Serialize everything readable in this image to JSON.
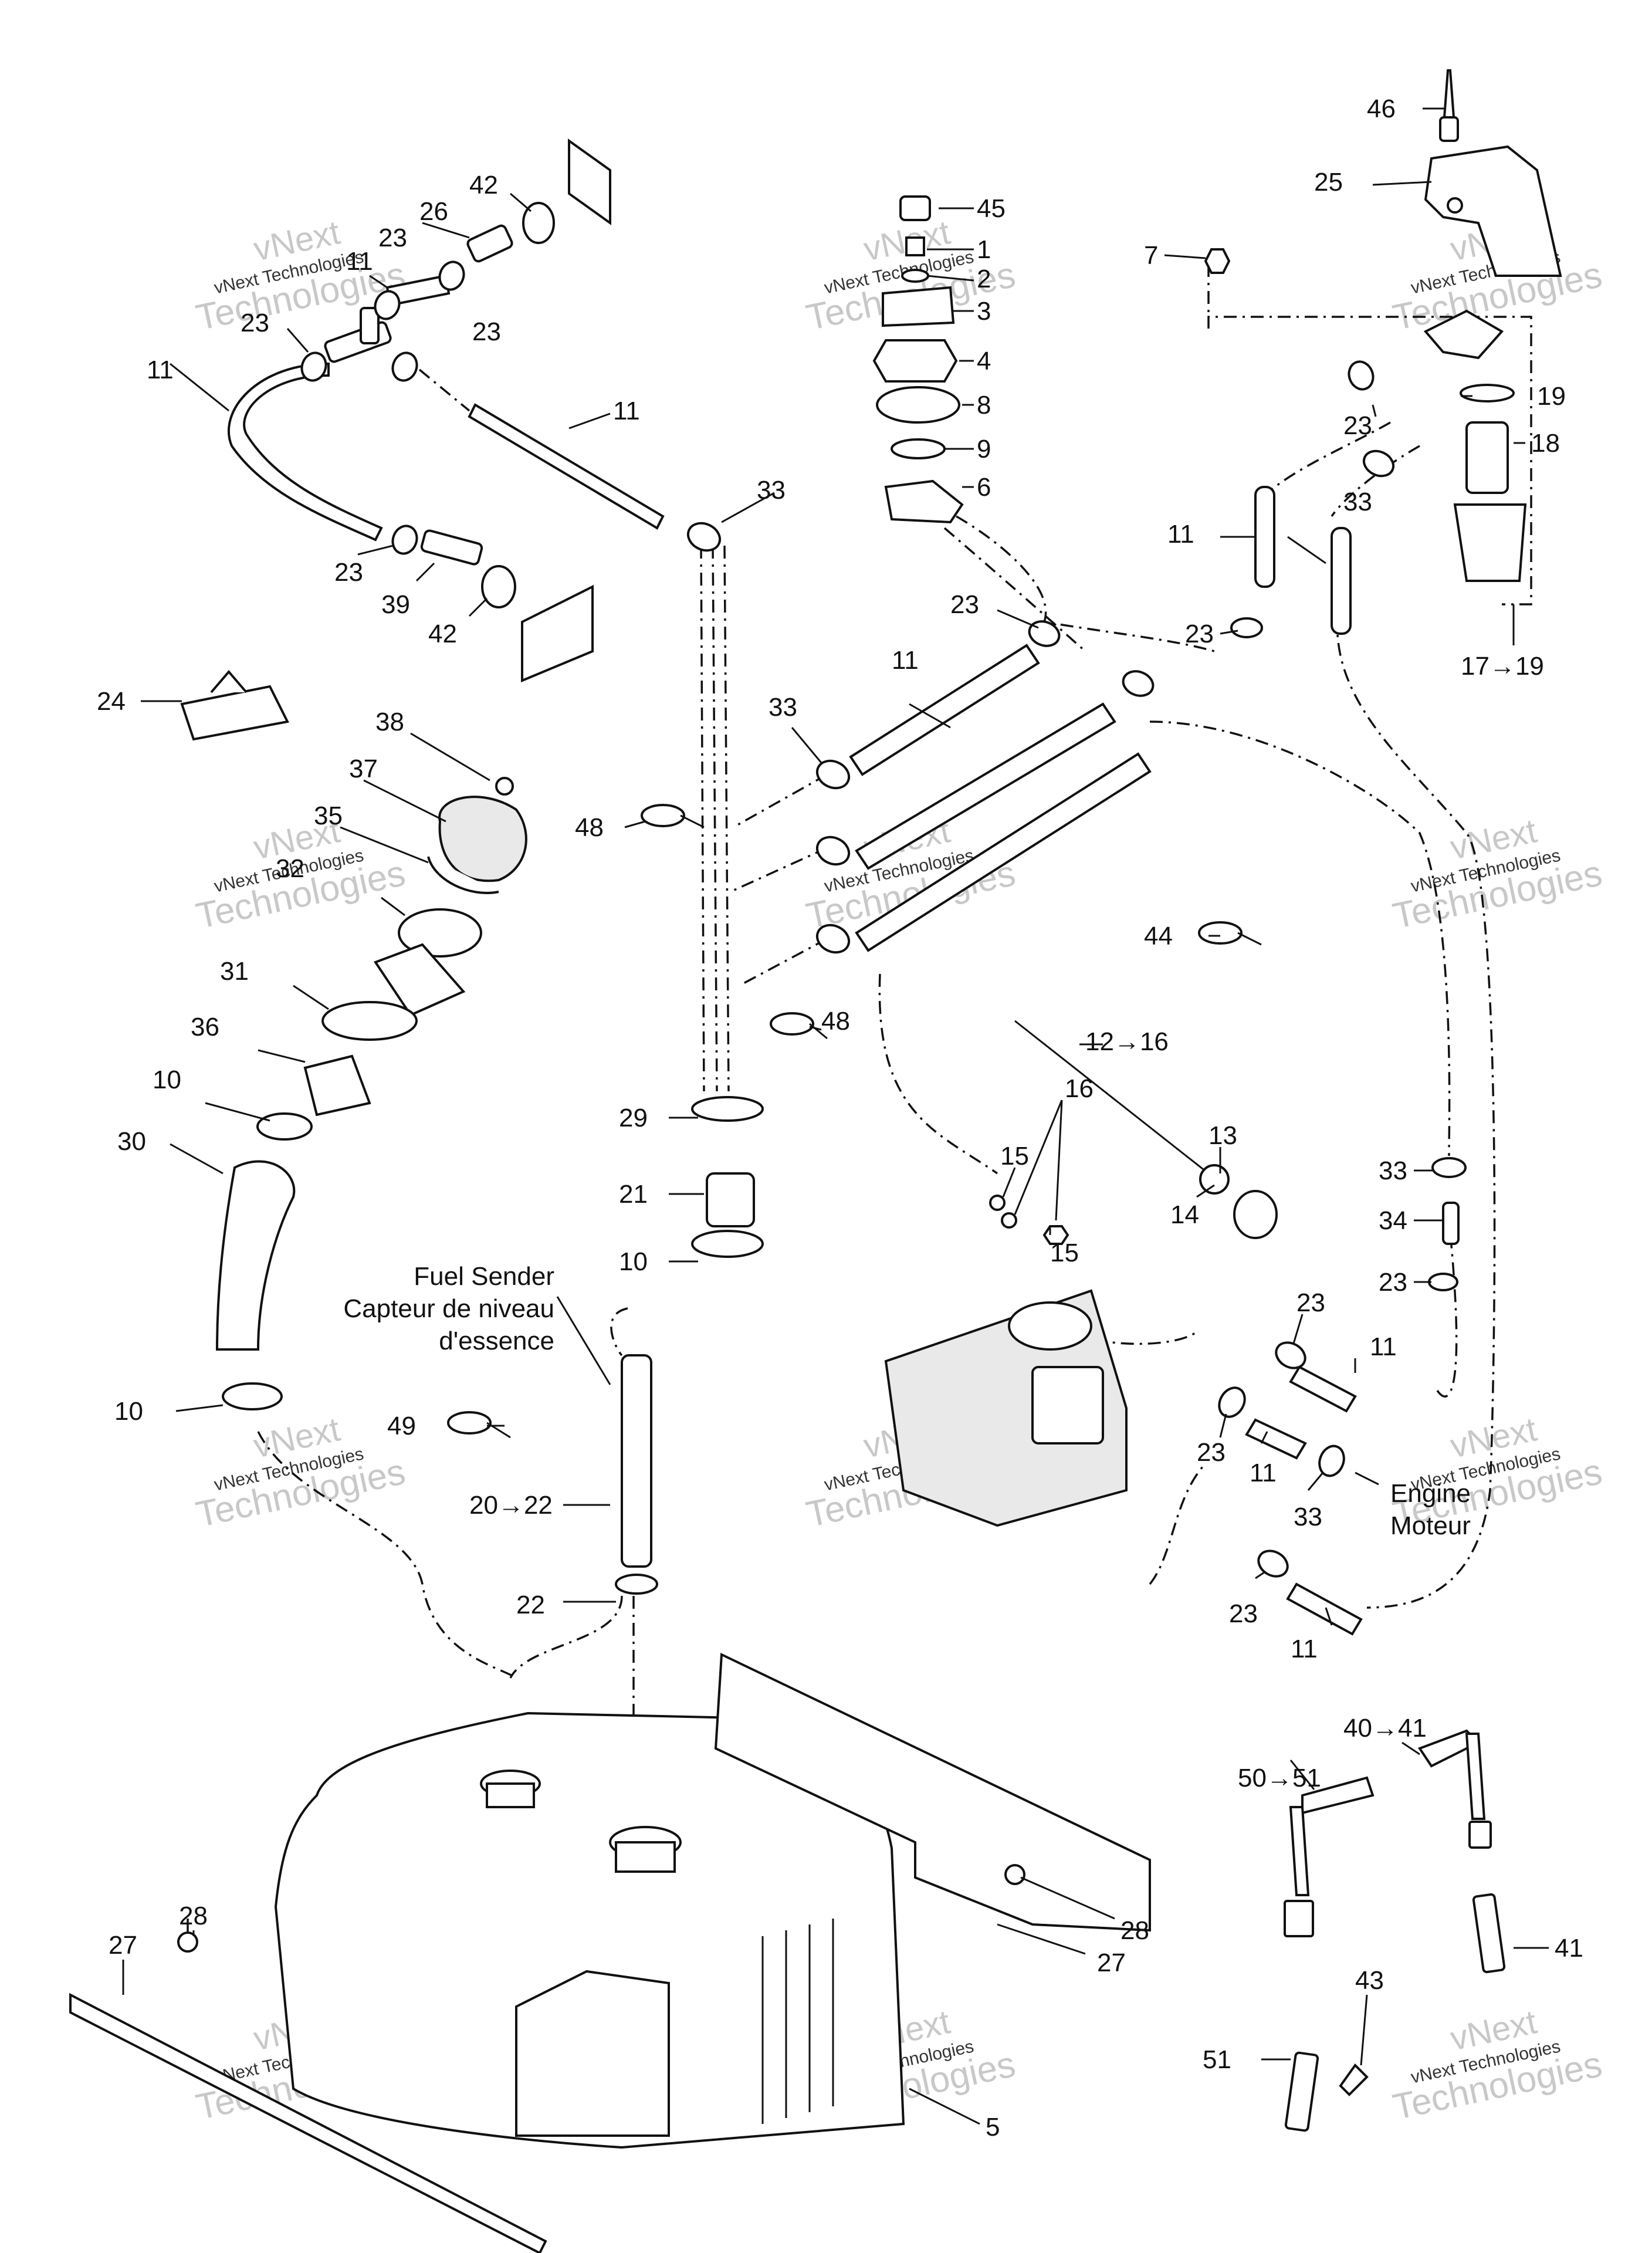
{
  "callouts": [
    "46",
    "25",
    "7",
    "45",
    "1",
    "2",
    "3",
    "4",
    "8",
    "9",
    "6",
    "19",
    "18",
    "17→19",
    "23",
    "33",
    "11",
    "42",
    "26",
    "24",
    "38",
    "37",
    "35",
    "32",
    "31",
    "36",
    "10",
    "30",
    "48",
    "29",
    "21",
    "44",
    "12→16",
    "13",
    "14",
    "15",
    "16",
    "34",
    "20→22",
    "22",
    "49",
    "5",
    "27",
    "28",
    "40→41",
    "50→51",
    "41",
    "43",
    "51",
    "39"
  ],
  "annotations": {
    "fuel_sender_en": "Fuel Sender",
    "fuel_sender_fr_1": "Capteur de niveau",
    "fuel_sender_fr_2": "d'essence",
    "engine_en": "Engine",
    "engine_fr": "Moteur"
  },
  "watermark": {
    "line1": "vNext",
    "line2": "vNext Technologies",
    "line3": "Technologies"
  },
  "colors": {
    "ink": "#111111",
    "watermark": "#c8c8c8",
    "background": "#ffffff"
  }
}
